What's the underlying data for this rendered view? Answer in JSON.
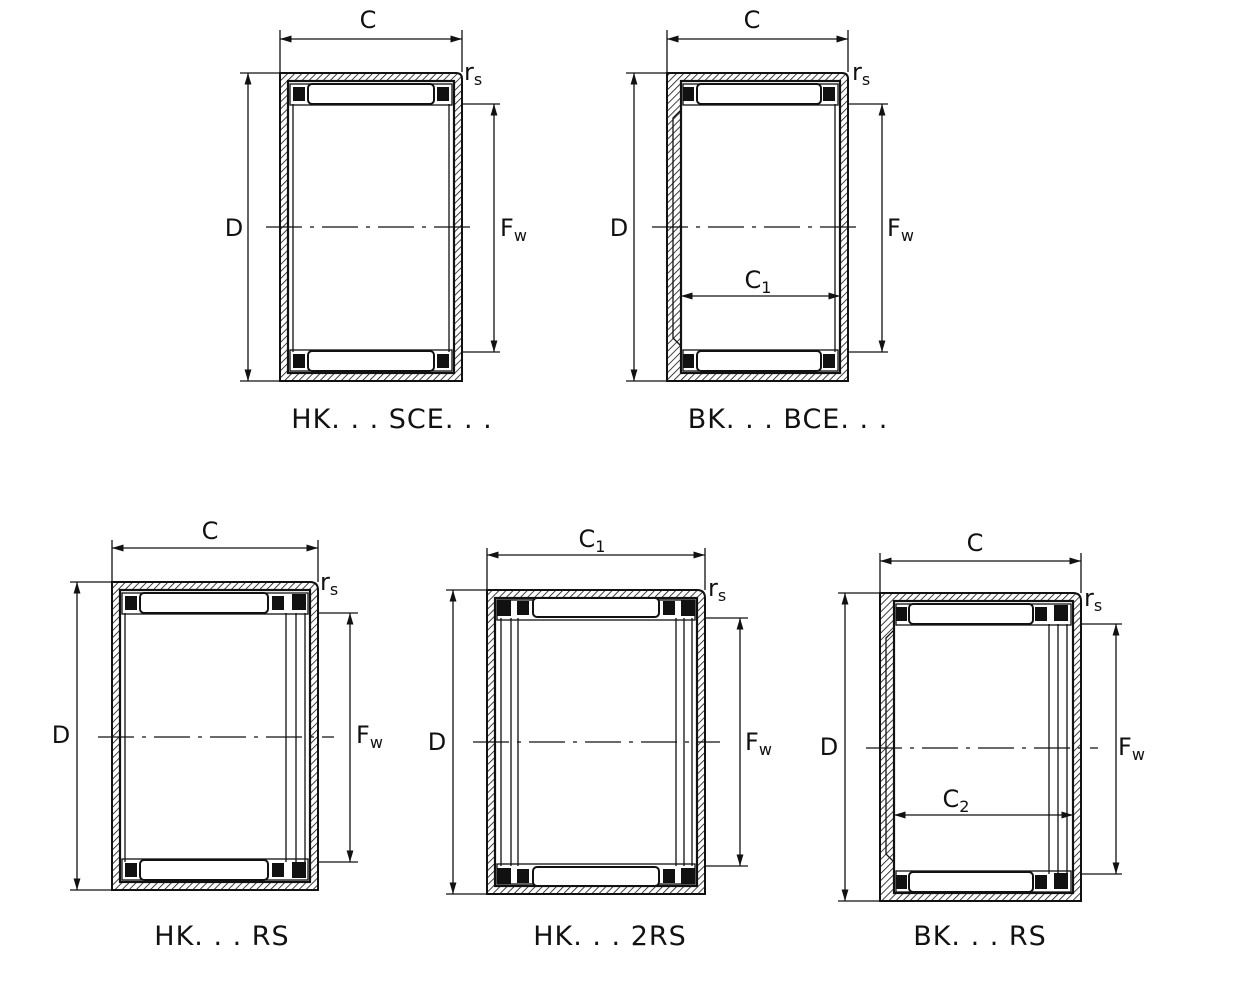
{
  "colors": {
    "ink": "#111111",
    "background": "#ffffff"
  },
  "figures": [
    {
      "id": "hk-sce",
      "caption": "HK. . .   SCE. . .",
      "labels": {
        "width": "C",
        "outer_diameter": "D",
        "bore": "F",
        "bore_sub": "w",
        "corner": "r",
        "corner_sub": "s"
      }
    },
    {
      "id": "bk-bce",
      "caption": "BK. . .   BCE. . .",
      "labels": {
        "width": "C",
        "outer_diameter": "D",
        "bore": "F",
        "bore_sub": "w",
        "corner": "r",
        "corner_sub": "s",
        "inner_width": "C",
        "inner_width_sub": "1"
      }
    },
    {
      "id": "hk-rs",
      "caption": "HK. . . RS",
      "labels": {
        "width": "C",
        "outer_diameter": "D",
        "bore": "F",
        "bore_sub": "w",
        "corner": "r",
        "corner_sub": "s"
      }
    },
    {
      "id": "hk-2rs",
      "caption": "HK. . . 2RS",
      "labels": {
        "width": "C",
        "width_sub": "1",
        "outer_diameter": "D",
        "bore": "F",
        "bore_sub": "w",
        "corner": "r",
        "corner_sub": "s"
      }
    },
    {
      "id": "bk-rs",
      "caption": "BK. . . RS",
      "labels": {
        "width": "C",
        "outer_diameter": "D",
        "bore": "F",
        "bore_sub": "w",
        "corner": "r",
        "corner_sub": "s",
        "inner_width": "C",
        "inner_width_sub": "2"
      }
    }
  ]
}
